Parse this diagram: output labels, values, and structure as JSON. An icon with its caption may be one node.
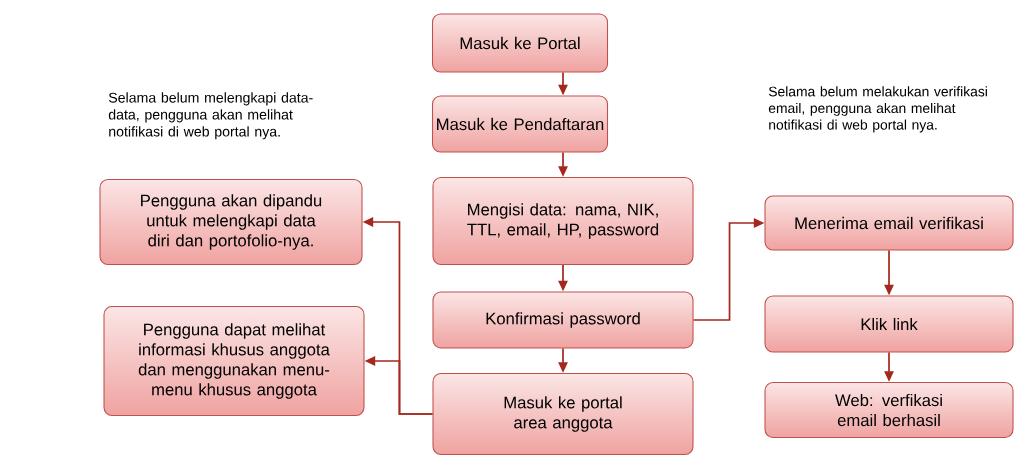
{
  "diagram": {
    "nodes": [
      {
        "text": [
          "Masuk ke Portal"
        ]
      },
      {
        "text": [
          "Masuk ke Pendaftaran"
        ]
      },
      {
        "text": [
          "Mengisi data: nama, NIK, TTL, email, HP, password"
        ]
      },
      {
        "text": [
          "Konfirmasi password"
        ]
      },
      {
        "text": [
          "Masuk ke portal area anggota"
        ]
      },
      {
        "text": [
          "Pengguna akan dipandu untuk melengkapi data diri dan portofolio-nya."
        ]
      },
      {
        "text": [
          "Pengguna dapat melihat informasi khusus anggota dan menggunakan menu-menu khusus anggota"
        ]
      },
      {
        "text": [
          "Menerima email verifikasi"
        ]
      },
      {
        "text": [
          "Klik link"
        ]
      },
      {
        "text": [
          "Web: verfikasi  email berhasil"
        ]
      }
    ],
    "edges": [
      {
        "from": 0,
        "to": 1,
        "arrow": "to"
      },
      {
        "from": 1,
        "to": 2,
        "arrow": "to"
      },
      {
        "from": 2,
        "to": 3,
        "arrow": "to"
      },
      {
        "from": 3,
        "to": 4,
        "arrow": "to"
      },
      {
        "from": 4,
        "to": 5,
        "arrow": "to"
      },
      {
        "from": 4,
        "to": 6,
        "arrow": "to"
      },
      {
        "from": 3,
        "to": 7,
        "arrow": "to"
      },
      {
        "from": 7,
        "to": 8,
        "arrow": "to"
      },
      {
        "from": 8,
        "to": 9,
        "arrow": "to"
      }
    ],
    "labels": [
      "Selama belum melengkapi data-data, pengguna akan melihat notifikasi di web portal nya.",
      "Selama belum melakukan verifikasi email, pengguna akan melihat notifikasi di web portal nya."
    ]
  }
}
